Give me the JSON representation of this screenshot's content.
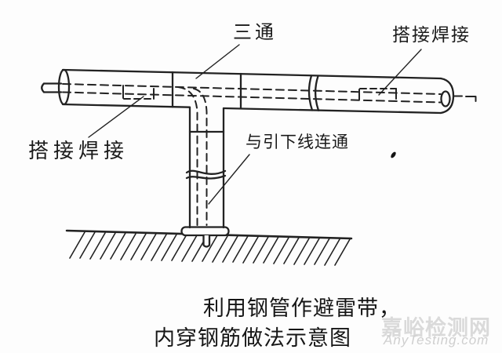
{
  "diagram": {
    "labels": {
      "tee": "三通",
      "lap_weld_top_right": "搭接焊接",
      "lap_weld_left": "搭接焊接",
      "down_conductor_link": "与引下线连通"
    },
    "caption": {
      "line1": "利用钢管作避雷带，",
      "line2": "内穿钢筋做法示意图"
    }
  },
  "watermark": {
    "site_name_cn": "嘉峪检测网",
    "site_name_en": "AnyTesting.com"
  },
  "colors": {
    "ink": "#222222",
    "background": "#fdfdfd",
    "watermark_gray": "#dadada"
  }
}
